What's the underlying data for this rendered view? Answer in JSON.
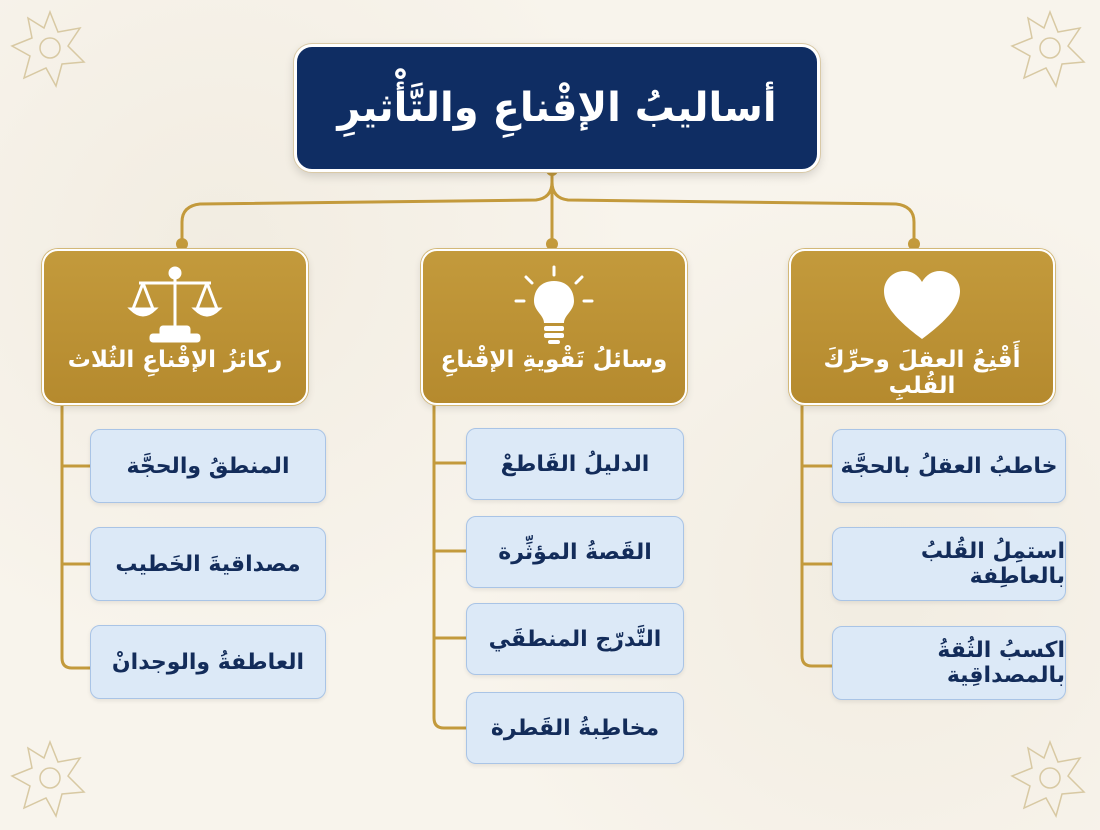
{
  "title": "أساليبُ الإقْناعِ والتَّأْثيرِ",
  "colors": {
    "title_bg": "#0f2d63",
    "category_bg": "#c39a3c",
    "item_bg": "#dce9f7",
    "item_text": "#132c5a",
    "connector": "#c39a3c"
  },
  "categories": [
    {
      "label": "أَقْنِعُ العقلَ وحرِّكَ القُلبِ",
      "icon": "heart-icon",
      "items": [
        "خاطبُ العقلُ بالحجَّة",
        "استمِلُ القُلبُ بالعاطِفة",
        "اكسبُ الثُقةُ بالمصداقِية"
      ]
    },
    {
      "label": "وسائلُ تَقْويةِ الإقْناعِ",
      "icon": "lightbulb-icon",
      "items": [
        "الدليلُ القَاطعْ",
        "القَصةُ المؤثِّرة",
        "التَّدرّج المنطقَي",
        "مخاطِبةُ القَطرة"
      ]
    },
    {
      "label": "ركائزُ الإقْناعِ الثُلاث",
      "icon": "scales-icon",
      "items": [
        "المنطقُ والحجَّة",
        "مصداقيةَ الخَطيب",
        "العاطفةُ والوجدانْ"
      ]
    }
  ]
}
